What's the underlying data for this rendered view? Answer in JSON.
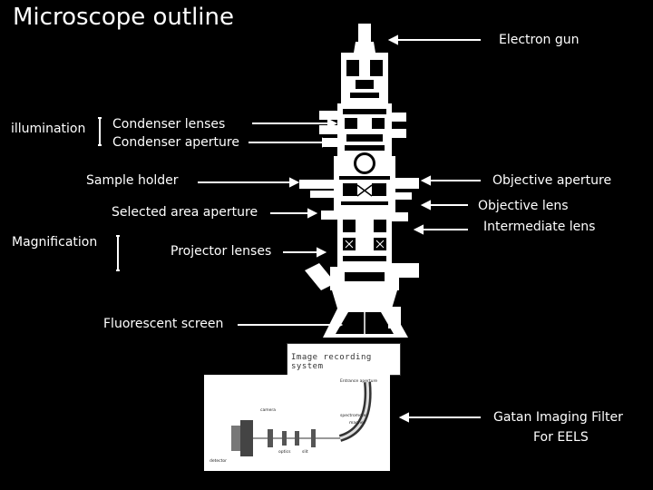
{
  "title": "Microscope outline",
  "labels": {
    "electron_gun": "Electron gun",
    "illumination": "illumination",
    "condenser_lenses": "Condenser lenses",
    "condenser_aperture": "Condenser aperture",
    "sample_holder": "Sample holder",
    "objective_aperture": "Objective aperture",
    "selected_area_aperture": "Selected area aperture",
    "objective_lens": "Objective lens",
    "intermediate_lens": "Intermediate lens",
    "magnification": "Magnification",
    "projector_lenses": "Projector lenses",
    "fluorescent_screen": "Fluorescent screen",
    "gatan_line1": "Gatan Imaging Filter",
    "gatan_line2": "For EELS"
  },
  "recording_system": "Image recording system",
  "filter_labels": {
    "entrance": "Entrance aperture",
    "camera": "camera",
    "spectrometer": "spectrometer",
    "magnet": "magnet",
    "slit": "slit",
    "optics": "optics",
    "detector": "detector"
  },
  "colors": {
    "background": "#000000",
    "text": "#ffffff"
  }
}
